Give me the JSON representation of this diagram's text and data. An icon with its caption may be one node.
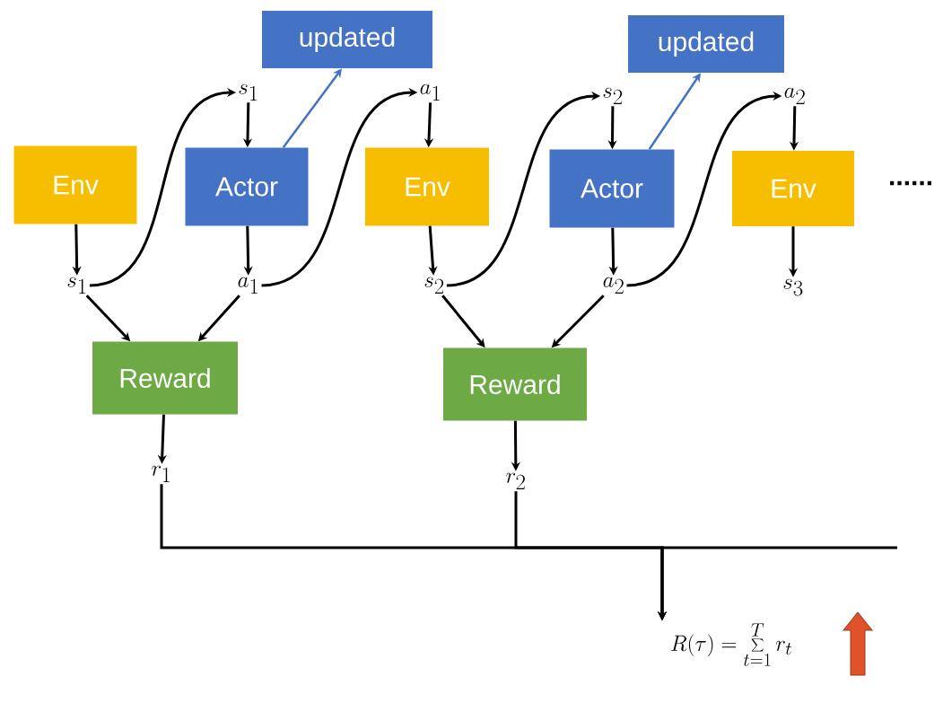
{
  "diagram": {
    "nodes": [
      {
        "text": [
          "updated"
        ]
      },
      {
        "text": [
          "updated"
        ]
      },
      {
        "text": [
          "s_{1}"
        ]
      },
      {
        "text": [
          "a_{1}"
        ]
      },
      {
        "text": [
          "s_{2}"
        ]
      },
      {
        "text": [
          "a_{2}"
        ]
      },
      {
        "text": [
          "Env"
        ]
      },
      {
        "text": [
          "Actor"
        ]
      },
      {
        "text": [
          "Env"
        ]
      },
      {
        "text": [
          "Actor"
        ]
      },
      {
        "text": [
          "Env"
        ]
      },
      {
        "text": [
          "s_{1}"
        ]
      },
      {
        "text": [
          "a_{1}"
        ]
      },
      {
        "text": [
          "s_{2}"
        ]
      },
      {
        "text": [
          "a_{2}"
        ]
      },
      {
        "text": [
          "s_{3}"
        ]
      },
      {
        "text": [
          "Reward"
        ]
      },
      {
        "text": [
          "Reward"
        ]
      },
      {
        "text": [
          "r_{1}"
        ]
      },
      {
        "text": [
          "r_{2}"
        ]
      },
      {
        "text": [
          "R(\\tau) = \\sum_{t=1}^{T} r_{t}"
        ]
      }
    ],
    "edges": [
      {
        "from": 6,
        "to": 11,
        "arrow": "to"
      },
      {
        "from": 11,
        "to": 2,
        "arrow": "to"
      },
      {
        "from": 2,
        "to": 7,
        "arrow": "to"
      },
      {
        "from": 7,
        "to": 0,
        "arrow": "to",
        "color": "#4472c4"
      },
      {
        "from": 7,
        "to": 12,
        "arrow": "to"
      },
      {
        "from": 12,
        "to": 3,
        "arrow": "to"
      },
      {
        "from": 3,
        "to": 8,
        "arrow": "to"
      },
      {
        "from": 8,
        "to": 13,
        "arrow": "to"
      },
      {
        "from": 13,
        "to": 4,
        "arrow": "to"
      },
      {
        "from": 4,
        "to": 9,
        "arrow": "to"
      },
      {
        "from": 9,
        "to": 1,
        "arrow": "to",
        "color": "#4472c4"
      },
      {
        "from": 9,
        "to": 14,
        "arrow": "to"
      },
      {
        "from": 14,
        "to": 5,
        "arrow": "to"
      },
      {
        "from": 5,
        "to": 10,
        "arrow": "to"
      },
      {
        "from": 10,
        "to": 15,
        "arrow": "to"
      },
      {
        "from": 11,
        "to": 16,
        "arrow": "to"
      },
      {
        "from": 12,
        "to": 16,
        "arrow": "to"
      },
      {
        "from": 13,
        "to": 17,
        "arrow": "to"
      },
      {
        "from": 14,
        "to": 17,
        "arrow": "to"
      },
      {
        "from": 16,
        "to": 18,
        "arrow": "to"
      },
      {
        "from": 17,
        "to": 19,
        "arrow": "to"
      },
      {
        "from": 18,
        "to": 20,
        "arrow": "to"
      },
      {
        "from": 19,
        "to": 20,
        "arrow": "to"
      },
      {
        "from": null,
        "to": 20,
        "arrow": "to"
      }
    ],
    "labels": [
      "......"
    ]
  }
}
